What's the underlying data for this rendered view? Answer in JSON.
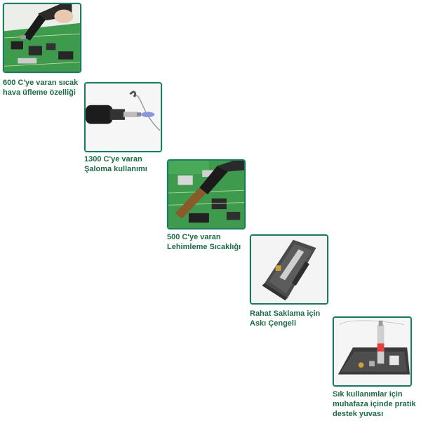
{
  "features": [
    {
      "caption": "600 C'ye varan sıcak\nhava üfleme özelliği",
      "image": "hot-air-pcb-photo"
    },
    {
      "caption": "1300 C'ye varan\nŞaloma kullanımı",
      "image": "torch-flame-photo"
    },
    {
      "caption": "500 C'ye varan\nLehimleme Sıcaklığı",
      "image": "soldering-pcb-photo"
    },
    {
      "caption": "Rahat Saklama için\nAskı Çengeli",
      "image": "storage-case-photo"
    },
    {
      "caption": "Sık kullanımlar için\nmuhafaza içinde pratik\ndestek yuvası",
      "image": "stand-tray-photo"
    }
  ],
  "colors": {
    "border": "#1d7a63",
    "caption": "#1d6b47",
    "pcb": "#3e9a4c"
  }
}
